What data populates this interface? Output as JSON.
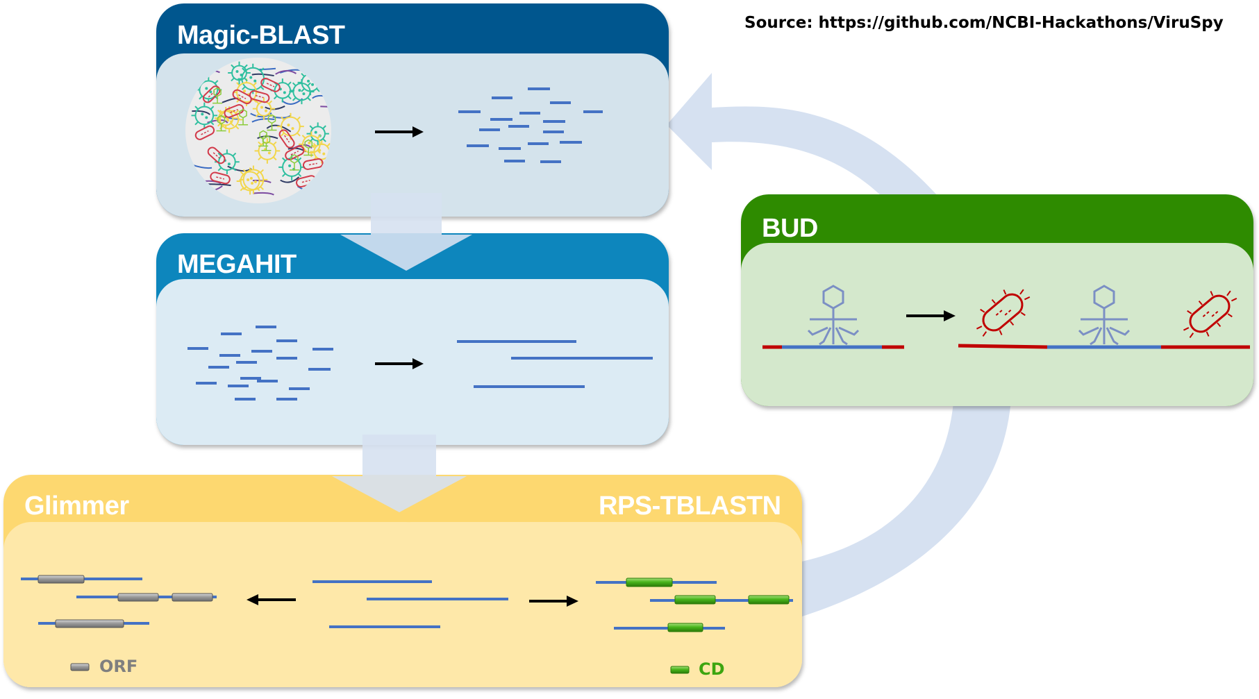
{
  "source": {
    "text": "Source: https://github.com/NCBI-Hackathons/ViruSpy"
  },
  "panels": {
    "magicblast": {
      "title": "Magic-BLAST"
    },
    "megahit": {
      "title": "MEGAHIT"
    },
    "glimmer": {
      "title": "Glimmer"
    },
    "rps": {
      "title": "RPS-TBLASTN"
    },
    "bud": {
      "title": "BUD"
    }
  },
  "legend": {
    "orf": {
      "label": "ORF"
    },
    "cd": {
      "label": "CD"
    }
  },
  "colors": {
    "magicblast_header": "#00578E",
    "magicblast_body": "#D4E3EC",
    "megahit_header": "#0886BD",
    "megahit_body": "#DCEBF4",
    "yellow_header": "#FDD870",
    "yellow_body": "#FEE8A9",
    "bud_header": "#2E8B00",
    "bud_body": "#D4E8CC",
    "read_blue": "#4472C4",
    "host_red": "#C00000",
    "orf_grey": "#8C8C8C",
    "cd_green": "#3DA510",
    "arrow_bg": "#D6E1F1"
  }
}
